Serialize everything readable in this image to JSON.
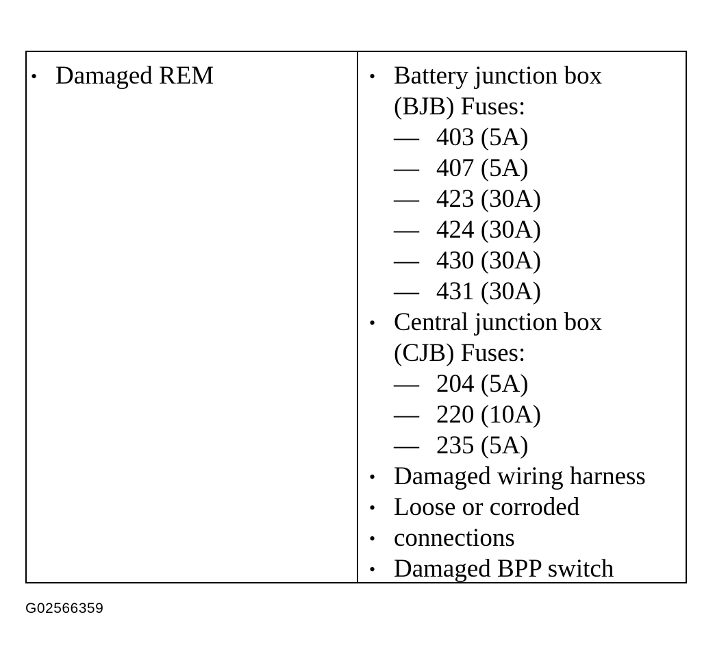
{
  "left_column": {
    "items": [
      {
        "bullet": "•",
        "text": "Damaged REM"
      }
    ]
  },
  "right_column": {
    "bjb": {
      "bullet": "•",
      "line1": "Battery junction box",
      "line2": "(BJB) Fuses:",
      "fuses": [
        {
          "dash": "—",
          "text": "403 (5A)"
        },
        {
          "dash": "—",
          "text": "407 (5A)"
        },
        {
          "dash": "—",
          "text": "423 (30A)"
        },
        {
          "dash": "—",
          "text": "424 (30A)"
        },
        {
          "dash": "—",
          "text": "430 (30A)"
        },
        {
          "dash": "—",
          "text": "431 (30A)"
        }
      ]
    },
    "cjb": {
      "bullet": "•",
      "line1": "Central junction box",
      "line2": "(CJB) Fuses:",
      "fuses": [
        {
          "dash": "—",
          "text": "204 (5A)"
        },
        {
          "dash": "—",
          "text": "220 (10A)"
        },
        {
          "dash": "—",
          "text": "235 (5A)"
        }
      ]
    },
    "tail_items": [
      {
        "bullet": "•",
        "text": "Damaged wiring harness"
      },
      {
        "bullet": "•",
        "text": "Loose or corroded"
      },
      {
        "bullet": "•",
        "text": "connections"
      },
      {
        "bullet": "•",
        "text": "Damaged BPP switch"
      }
    ]
  },
  "caption": "G02566359"
}
